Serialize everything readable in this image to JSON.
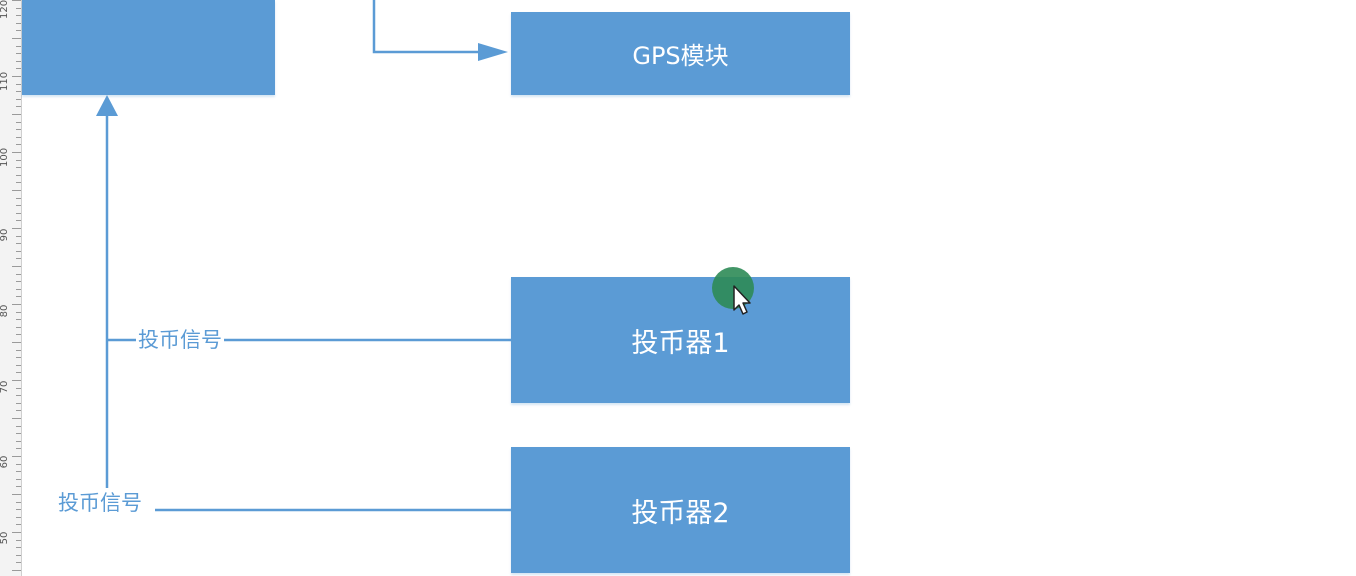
{
  "ruler": {
    "labels": [
      "120",
      "110",
      "100",
      "90",
      "80",
      "70",
      "60",
      "50"
    ]
  },
  "diagram": {
    "nodes": {
      "top_left": "",
      "gps": "GPS模块",
      "coin1": "投币器1",
      "coin2": "投币器2"
    },
    "edge_labels": {
      "coin1": "投币信号",
      "coin2": "投币信号"
    }
  },
  "colors": {
    "node_fill": "#5b9bd5",
    "connector": "#5b9bd5",
    "cursor_highlight": "#2e8b57"
  }
}
